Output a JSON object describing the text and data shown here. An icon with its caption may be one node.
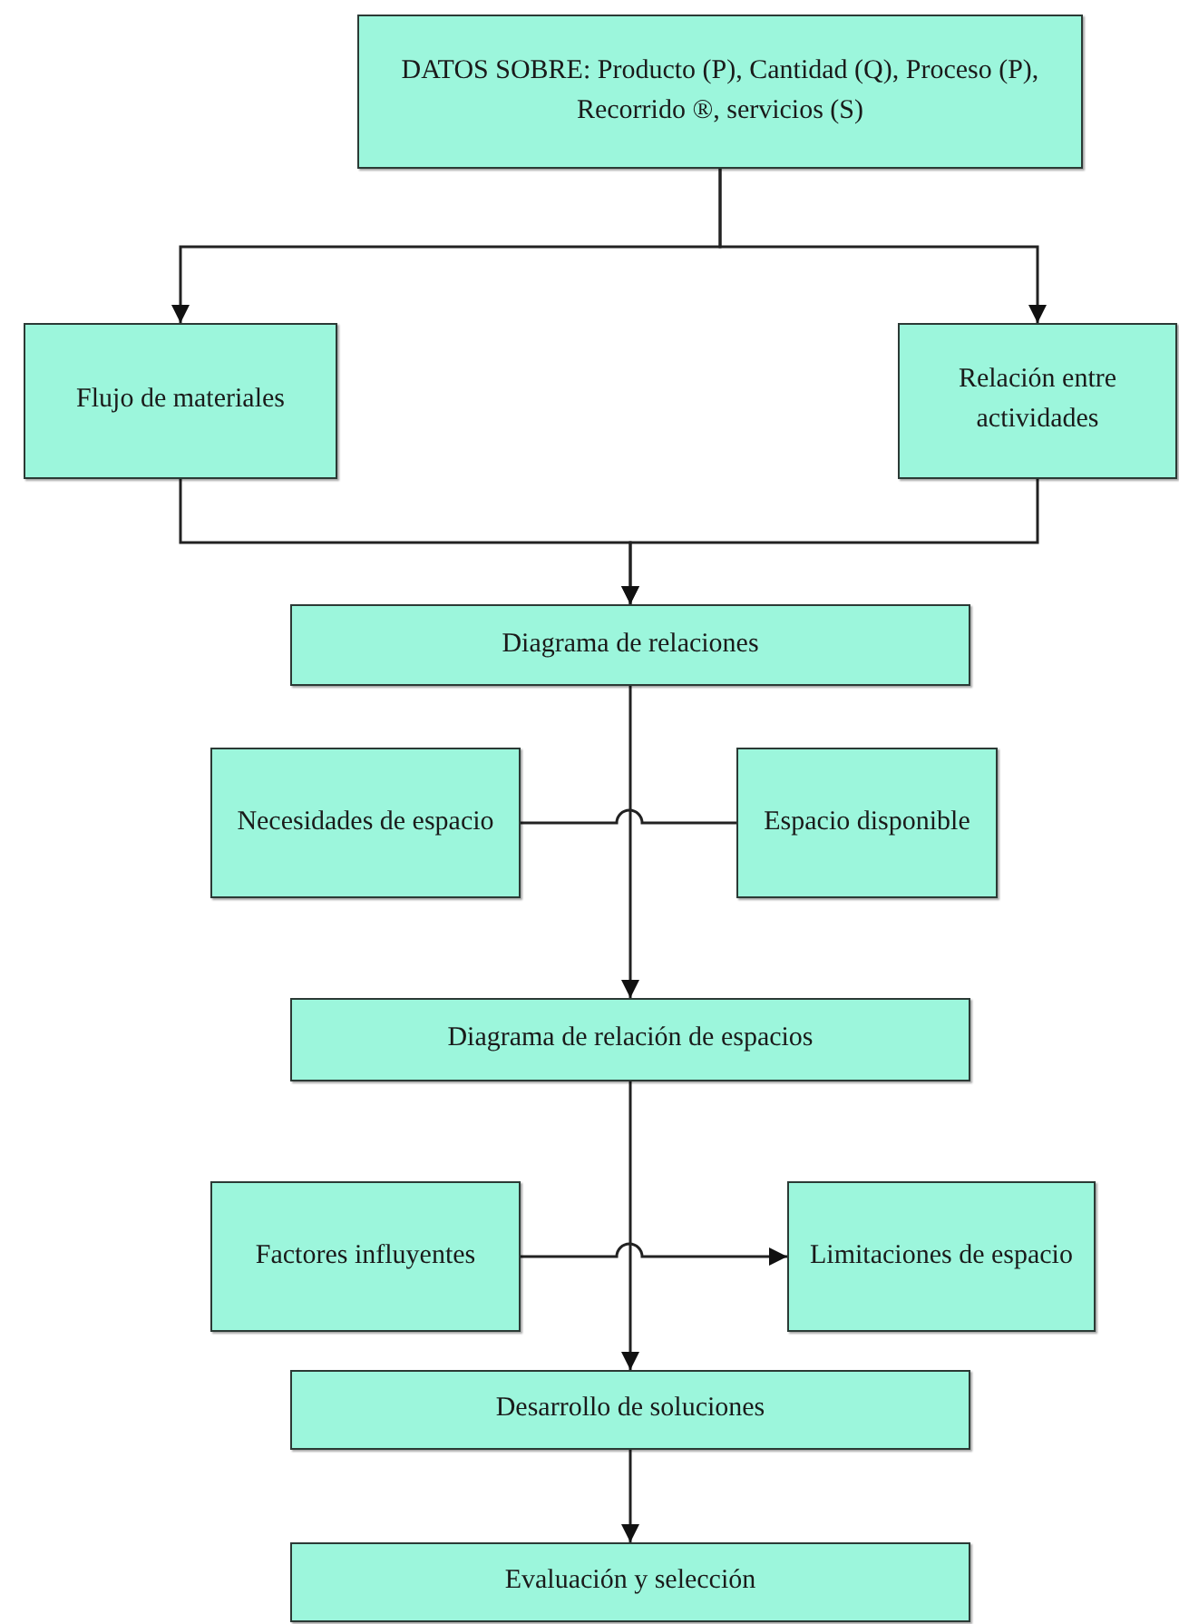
{
  "diagram": {
    "nodes": [
      {
        "text": [
          "DATOS SOBRE: Producto (P), Cantidad (Q), Proceso (P), Recorrido ®, servicios (S)"
        ]
      },
      {
        "text": [
          "Flujo de materiales"
        ]
      },
      {
        "text": [
          "Relación entre actividades"
        ]
      },
      {
        "text": [
          "Diagrama de relaciones"
        ]
      },
      {
        "text": [
          "Necesidades de espacio"
        ]
      },
      {
        "text": [
          "Espacio disponible"
        ]
      },
      {
        "text": [
          "Diagrama de relación de espacios"
        ]
      },
      {
        "text": [
          "Factores influyentes"
        ]
      },
      {
        "text": [
          "Limitaciones de espacio"
        ]
      },
      {
        "text": [
          "Desarrollo de soluciones"
        ]
      },
      {
        "text": [
          "Evaluación y selección"
        ]
      }
    ],
    "edges": [
      {
        "from": 0,
        "to": 1,
        "arrow": "to"
      },
      {
        "from": 0,
        "to": 2,
        "arrow": "to"
      },
      {
        "from": 1,
        "to": 3,
        "arrow": "to"
      },
      {
        "from": 2,
        "to": 3,
        "arrow": "to"
      },
      {
        "from": 3,
        "to": 6,
        "arrow": "to"
      },
      {
        "from": 4,
        "to": 5,
        "arrow": "none"
      },
      {
        "from": 6,
        "to": 9,
        "arrow": "to"
      },
      {
        "from": 7,
        "to": 8,
        "arrow": "to"
      },
      {
        "from": 9,
        "to": 10,
        "arrow": "to"
      }
    ]
  }
}
